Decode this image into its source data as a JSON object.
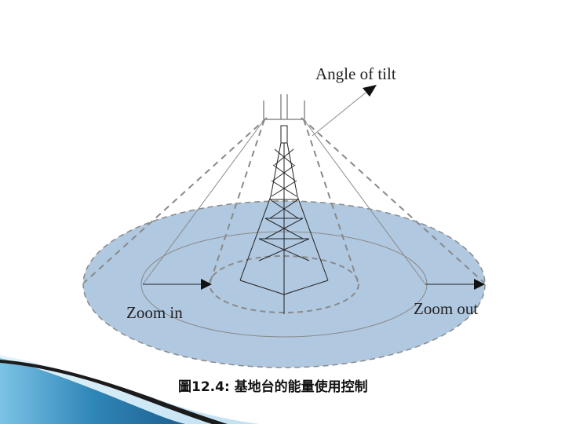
{
  "diagram": {
    "labels": {
      "angle_of_tilt": "Angle of tilt",
      "zoom_in": "Zoom in",
      "zoom_out": "Zoom out"
    },
    "caption": "圖12.4: 基地台的能量使用控制",
    "colors": {
      "coverage_fill": "#b0c8e0",
      "outline": "#888888",
      "tower": "#222222",
      "accent_dark": "#1b1b1b",
      "accent_blue": "#2f86b8"
    }
  }
}
